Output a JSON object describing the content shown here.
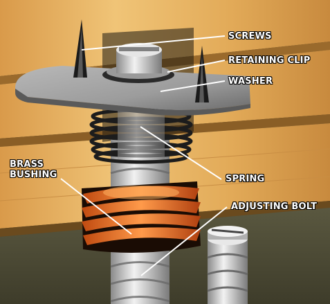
{
  "labels": {
    "screws": "SCREWS",
    "retaining_clip": "RETAINING CLIP",
    "washer": "WASHER",
    "spring": "SPRING",
    "brass_bushing_line1": "BRASS",
    "brass_bushing_line2": "BUSHING",
    "adjusting_bolt": "ADJUSTING BOLT"
  },
  "colors": {
    "wood_light": "#e8b868",
    "wood_dark": "#c0863c",
    "metal": "#c8c8c8",
    "spring": "#2a2a2a",
    "brass": "#e8702a",
    "floor": "#4a4a34",
    "leader_line": "#ffffff"
  }
}
